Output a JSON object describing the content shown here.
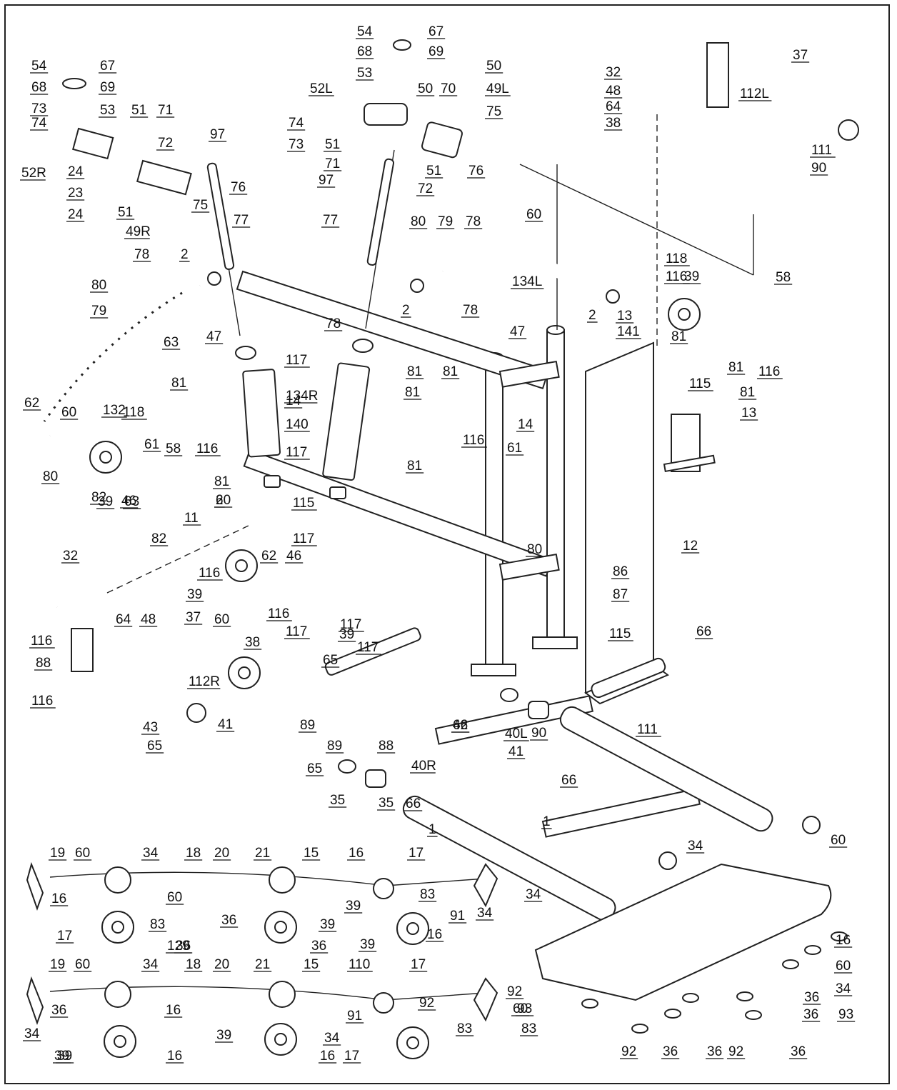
{
  "diagram": {
    "labels": [
      {
        "id": "l0",
        "text": "54"
      },
      {
        "id": "l1",
        "text": "67"
      },
      {
        "id": "l2",
        "text": "68"
      },
      {
        "id": "l3",
        "text": "69"
      },
      {
        "id": "l4",
        "text": "53"
      },
      {
        "id": "l5",
        "text": "52L"
      },
      {
        "id": "l6",
        "text": "50"
      },
      {
        "id": "l7",
        "text": "70"
      },
      {
        "id": "l8",
        "text": "50"
      },
      {
        "id": "l9",
        "text": "49L"
      },
      {
        "id": "l10",
        "text": "74"
      },
      {
        "id": "l11",
        "text": "75"
      },
      {
        "id": "l12",
        "text": "73"
      },
      {
        "id": "l13",
        "text": "51"
      },
      {
        "id": "l14",
        "text": "71"
      },
      {
        "id": "l15",
        "text": "51"
      },
      {
        "id": "l16",
        "text": "97"
      },
      {
        "id": "l17",
        "text": "72"
      },
      {
        "id": "l18",
        "text": "76"
      },
      {
        "id": "l19",
        "text": "54"
      },
      {
        "id": "l20",
        "text": "67"
      },
      {
        "id": "l21",
        "text": "68"
      },
      {
        "id": "l22",
        "text": "69"
      },
      {
        "id": "l23",
        "text": "73"
      },
      {
        "id": "l24",
        "text": "53"
      },
      {
        "id": "l25",
        "text": "51"
      },
      {
        "id": "l26",
        "text": "71"
      },
      {
        "id": "l27",
        "text": "74"
      },
      {
        "id": "l28",
        "text": "97"
      },
      {
        "id": "l29",
        "text": "72"
      },
      {
        "id": "l30",
        "text": "52R"
      },
      {
        "id": "l31",
        "text": "24"
      },
      {
        "id": "l32",
        "text": "23"
      },
      {
        "id": "l33",
        "text": "76"
      },
      {
        "id": "l34",
        "text": "24"
      },
      {
        "id": "l35",
        "text": "75"
      },
      {
        "id": "l36",
        "text": "51"
      },
      {
        "id": "l37",
        "text": "49R"
      },
      {
        "id": "l38",
        "text": "32"
      },
      {
        "id": "l39",
        "text": "37"
      },
      {
        "id": "l40",
        "text": "48"
      },
      {
        "id": "l41",
        "text": "64"
      },
      {
        "id": "l42",
        "text": "112L"
      },
      {
        "id": "l43",
        "text": "38"
      },
      {
        "id": "l44",
        "text": "111"
      },
      {
        "id": "l45",
        "text": "90"
      },
      {
        "id": "l46",
        "text": "77"
      },
      {
        "id": "l47",
        "text": "77"
      },
      {
        "id": "l48",
        "text": "60"
      },
      {
        "id": "l49",
        "text": "80"
      },
      {
        "id": "l50",
        "text": "79"
      },
      {
        "id": "l51",
        "text": "78"
      },
      {
        "id": "l52",
        "text": "78"
      },
      {
        "id": "l53",
        "text": "2"
      },
      {
        "id": "l54",
        "text": "80"
      },
      {
        "id": "l55",
        "text": "79"
      },
      {
        "id": "l56",
        "text": "134L"
      },
      {
        "id": "l57",
        "text": "118"
      },
      {
        "id": "l58",
        "text": "116"
      },
      {
        "id": "l59",
        "text": "39"
      },
      {
        "id": "l60",
        "text": "58"
      },
      {
        "id": "l61",
        "text": "2"
      },
      {
        "id": "l62",
        "text": "78"
      },
      {
        "id": "l63",
        "text": "2"
      },
      {
        "id": "l64",
        "text": "13"
      },
      {
        "id": "l65",
        "text": "141"
      },
      {
        "id": "l66",
        "text": "81"
      },
      {
        "id": "l67",
        "text": "63"
      },
      {
        "id": "l68",
        "text": "78"
      },
      {
        "id": "l69",
        "text": "47"
      },
      {
        "id": "l70",
        "text": "47"
      },
      {
        "id": "l71",
        "text": "81"
      },
      {
        "id": "l72",
        "text": "116"
      },
      {
        "id": "l73",
        "text": "117"
      },
      {
        "id": "l74",
        "text": "81"
      },
      {
        "id": "l75",
        "text": "81"
      },
      {
        "id": "l76",
        "text": "81"
      },
      {
        "id": "l77",
        "text": "81"
      },
      {
        "id": "l78",
        "text": "115"
      },
      {
        "id": "l79",
        "text": "132"
      },
      {
        "id": "l80",
        "text": "134R"
      },
      {
        "id": "l81",
        "text": "81"
      },
      {
        "id": "l82",
        "text": "13"
      },
      {
        "id": "l83",
        "text": "140"
      },
      {
        "id": "l84",
        "text": "14"
      },
      {
        "id": "l85",
        "text": "14"
      },
      {
        "id": "l86",
        "text": "62"
      },
      {
        "id": "l87",
        "text": "60"
      },
      {
        "id": "l88",
        "text": "118"
      },
      {
        "id": "l89",
        "text": "116"
      },
      {
        "id": "l90",
        "text": "61"
      },
      {
        "id": "l91",
        "text": "61"
      },
      {
        "id": "l92",
        "text": "58"
      },
      {
        "id": "l93",
        "text": "116"
      },
      {
        "id": "l94",
        "text": "117"
      },
      {
        "id": "l95",
        "text": "81"
      },
      {
        "id": "l96",
        "text": "81"
      },
      {
        "id": "l97",
        "text": "80"
      },
      {
        "id": "l98",
        "text": "2"
      },
      {
        "id": "l99",
        "text": "82"
      },
      {
        "id": "l100",
        "text": "39"
      },
      {
        "id": "l101",
        "text": "63"
      },
      {
        "id": "l102",
        "text": "115"
      },
      {
        "id": "l103",
        "text": "46"
      },
      {
        "id": "l104",
        "text": "80"
      },
      {
        "id": "l105",
        "text": "11"
      },
      {
        "id": "l106",
        "text": "60"
      },
      {
        "id": "l107",
        "text": "82"
      },
      {
        "id": "l108",
        "text": "117"
      },
      {
        "id": "l109",
        "text": "46"
      },
      {
        "id": "l110",
        "text": "32"
      },
      {
        "id": "l111",
        "text": "62"
      },
      {
        "id": "l112",
        "text": "12"
      },
      {
        "id": "l113",
        "text": "116"
      },
      {
        "id": "l114",
        "text": "39"
      },
      {
        "id": "l115",
        "text": "86"
      },
      {
        "id": "l116",
        "text": "87"
      },
      {
        "id": "l117",
        "text": "116"
      },
      {
        "id": "l118",
        "text": "64"
      },
      {
        "id": "l119",
        "text": "48"
      },
      {
        "id": "l120",
        "text": "117"
      },
      {
        "id": "l121",
        "text": "37"
      },
      {
        "id": "l122",
        "text": "60"
      },
      {
        "id": "l123",
        "text": "116"
      },
      {
        "id": "l124",
        "text": "38"
      },
      {
        "id": "l125",
        "text": "117"
      },
      {
        "id": "l126",
        "text": "88"
      },
      {
        "id": "l127",
        "text": "115"
      },
      {
        "id": "l128",
        "text": "66"
      },
      {
        "id": "l129",
        "text": "117"
      },
      {
        "id": "l130",
        "text": "39"
      },
      {
        "id": "l131",
        "text": "65"
      },
      {
        "id": "l132",
        "text": "112R"
      },
      {
        "id": "l133",
        "text": "66"
      },
      {
        "id": "l134",
        "text": "116"
      },
      {
        "id": "l135",
        "text": "41"
      },
      {
        "id": "l136",
        "text": "42"
      },
      {
        "id": "l137",
        "text": "111"
      },
      {
        "id": "l138",
        "text": "43"
      },
      {
        "id": "l139",
        "text": "89"
      },
      {
        "id": "l140",
        "text": "40L"
      },
      {
        "id": "l141",
        "text": "90"
      },
      {
        "id": "l142",
        "text": "65"
      },
      {
        "id": "l143",
        "text": "41"
      },
      {
        "id": "l144",
        "text": "89"
      },
      {
        "id": "l145",
        "text": "88"
      },
      {
        "id": "l146",
        "text": "65"
      },
      {
        "id": "l147",
        "text": "40R"
      },
      {
        "id": "l148",
        "text": "35"
      },
      {
        "id": "l149",
        "text": "35"
      },
      {
        "id": "l150",
        "text": "66"
      },
      {
        "id": "l151",
        "text": "66"
      },
      {
        "id": "l152",
        "text": "1"
      },
      {
        "id": "l153",
        "text": "1"
      },
      {
        "id": "l154",
        "text": "60"
      },
      {
        "id": "l155",
        "text": "34"
      },
      {
        "id": "l156",
        "text": "19"
      },
      {
        "id": "l157",
        "text": "60"
      },
      {
        "id": "l158",
        "text": "34"
      },
      {
        "id": "l159",
        "text": "18"
      },
      {
        "id": "l160",
        "text": "20"
      },
      {
        "id": "l161",
        "text": "21"
      },
      {
        "id": "l162",
        "text": "15"
      },
      {
        "id": "l163",
        "text": "16"
      },
      {
        "id": "l164",
        "text": "17"
      },
      {
        "id": "l165",
        "text": "16"
      },
      {
        "id": "l166",
        "text": "60"
      },
      {
        "id": "l167",
        "text": "129"
      },
      {
        "id": "l168",
        "text": "83"
      },
      {
        "id": "l169",
        "text": "34"
      },
      {
        "id": "l170",
        "text": "91"
      },
      {
        "id": "l171",
        "text": "83"
      },
      {
        "id": "l172",
        "text": "39"
      },
      {
        "id": "l173",
        "text": "34"
      },
      {
        "id": "l174",
        "text": "39"
      },
      {
        "id": "l175",
        "text": "17"
      },
      {
        "id": "l176",
        "text": "39"
      },
      {
        "id": "l177",
        "text": "36"
      },
      {
        "id": "l178",
        "text": "16"
      },
      {
        "id": "l179",
        "text": "16"
      },
      {
        "id": "l180",
        "text": "36"
      },
      {
        "id": "l181",
        "text": "36"
      },
      {
        "id": "l182",
        "text": "60"
      },
      {
        "id": "l183",
        "text": "34"
      },
      {
        "id": "l184",
        "text": "19"
      },
      {
        "id": "l185",
        "text": "60"
      },
      {
        "id": "l186",
        "text": "34"
      },
      {
        "id": "l187",
        "text": "18"
      },
      {
        "id": "l188",
        "text": "20"
      },
      {
        "id": "l189",
        "text": "21"
      },
      {
        "id": "l190",
        "text": "15"
      },
      {
        "id": "l191",
        "text": "110"
      },
      {
        "id": "l192",
        "text": "17"
      },
      {
        "id": "l193",
        "text": "92"
      },
      {
        "id": "l194",
        "text": "16"
      },
      {
        "id": "l195",
        "text": "60"
      },
      {
        "id": "l196",
        "text": "36"
      },
      {
        "id": "l197",
        "text": "92"
      },
      {
        "id": "l198",
        "text": "93"
      },
      {
        "id": "l199",
        "text": "83"
      },
      {
        "id": "l200",
        "text": "91"
      },
      {
        "id": "l201",
        "text": "83"
      },
      {
        "id": "l202",
        "text": "36"
      },
      {
        "id": "l203",
        "text": "36"
      },
      {
        "id": "l204",
        "text": "34"
      },
      {
        "id": "l205",
        "text": "39"
      },
      {
        "id": "l206",
        "text": "34"
      },
      {
        "id": "l207",
        "text": "39"
      },
      {
        "id": "l208",
        "text": "93"
      },
      {
        "id": "l209",
        "text": "39"
      },
      {
        "id": "l210",
        "text": "16"
      },
      {
        "id": "l211",
        "text": "16"
      },
      {
        "id": "l212",
        "text": "17"
      },
      {
        "id": "l213",
        "text": "92"
      },
      {
        "id": "l214",
        "text": "36"
      },
      {
        "id": "l215",
        "text": "36"
      },
      {
        "id": "l216",
        "text": "92"
      },
      {
        "id": "l217",
        "text": "36"
      }
    ]
  }
}
